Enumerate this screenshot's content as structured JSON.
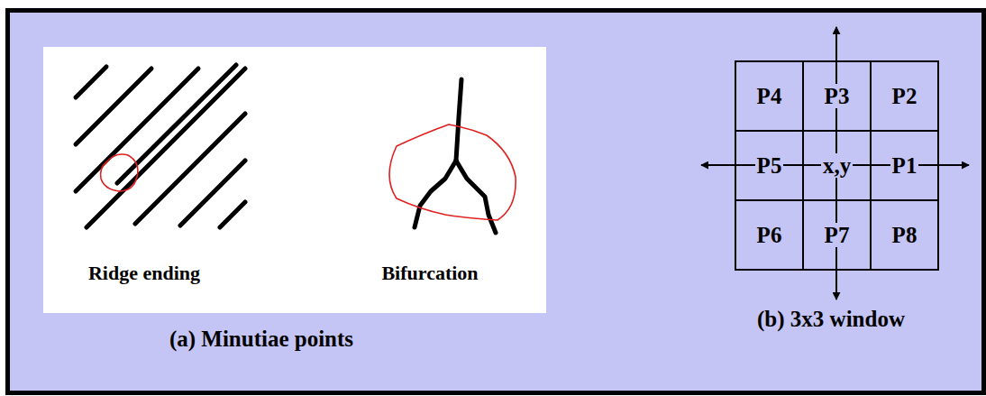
{
  "diagram": {
    "nodes": [
      {
        "text": [
          "P4"
        ]
      },
      {
        "text": [
          "P3"
        ]
      },
      {
        "text": [
          "P2"
        ]
      },
      {
        "text": [
          "P5"
        ]
      },
      {
        "text": [
          "x,y"
        ]
      },
      {
        "text": [
          "P1"
        ]
      },
      {
        "text": [
          "P6"
        ]
      },
      {
        "text": [
          "P7"
        ]
      },
      {
        "text": [
          "P8"
        ]
      }
    ],
    "labels": [
      "Ridge ending",
      "Bifurcation",
      "(a) Minutiae points",
      "(b) 3x3 window"
    ]
  }
}
